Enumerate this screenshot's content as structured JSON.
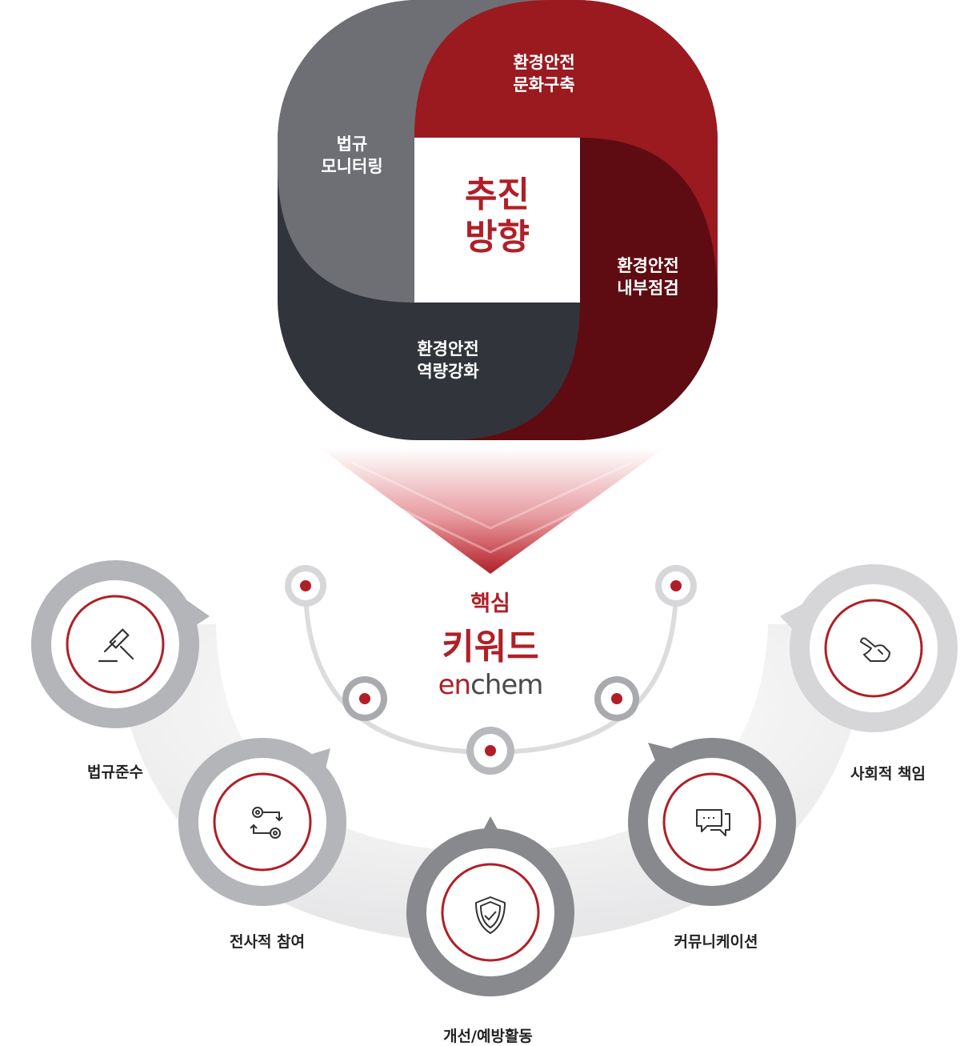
{
  "strategy": {
    "center": "추진\n방향",
    "quadrants": [
      {
        "label": "법규\n모니터링",
        "color": "#6e6f75"
      },
      {
        "label": "환경안전\n문화구축",
        "color": "#9a1a20"
      },
      {
        "label": "환경안전\n내부점검",
        "color": "#5e0c12"
      },
      {
        "label": "환경안전\n역량강화",
        "color": "#32343b"
      }
    ]
  },
  "keywords_hub": {
    "title_small": "핵심",
    "title_big": "키워드",
    "brand_prefix": "en",
    "brand_suffix": "chem",
    "accent_color": "#b01f27"
  },
  "keywords": [
    {
      "label": "법규준수",
      "icon": "gavel-icon"
    },
    {
      "label": "전사적 참여",
      "icon": "process-flow-icon"
    },
    {
      "label": "개선/예방활동",
      "icon": "shield-check-icon"
    },
    {
      "label": "커뮤니케이션",
      "icon": "chat-bubbles-icon"
    },
    {
      "label": "사회적 책임",
      "icon": "hand-pointer-icon"
    }
  ]
}
